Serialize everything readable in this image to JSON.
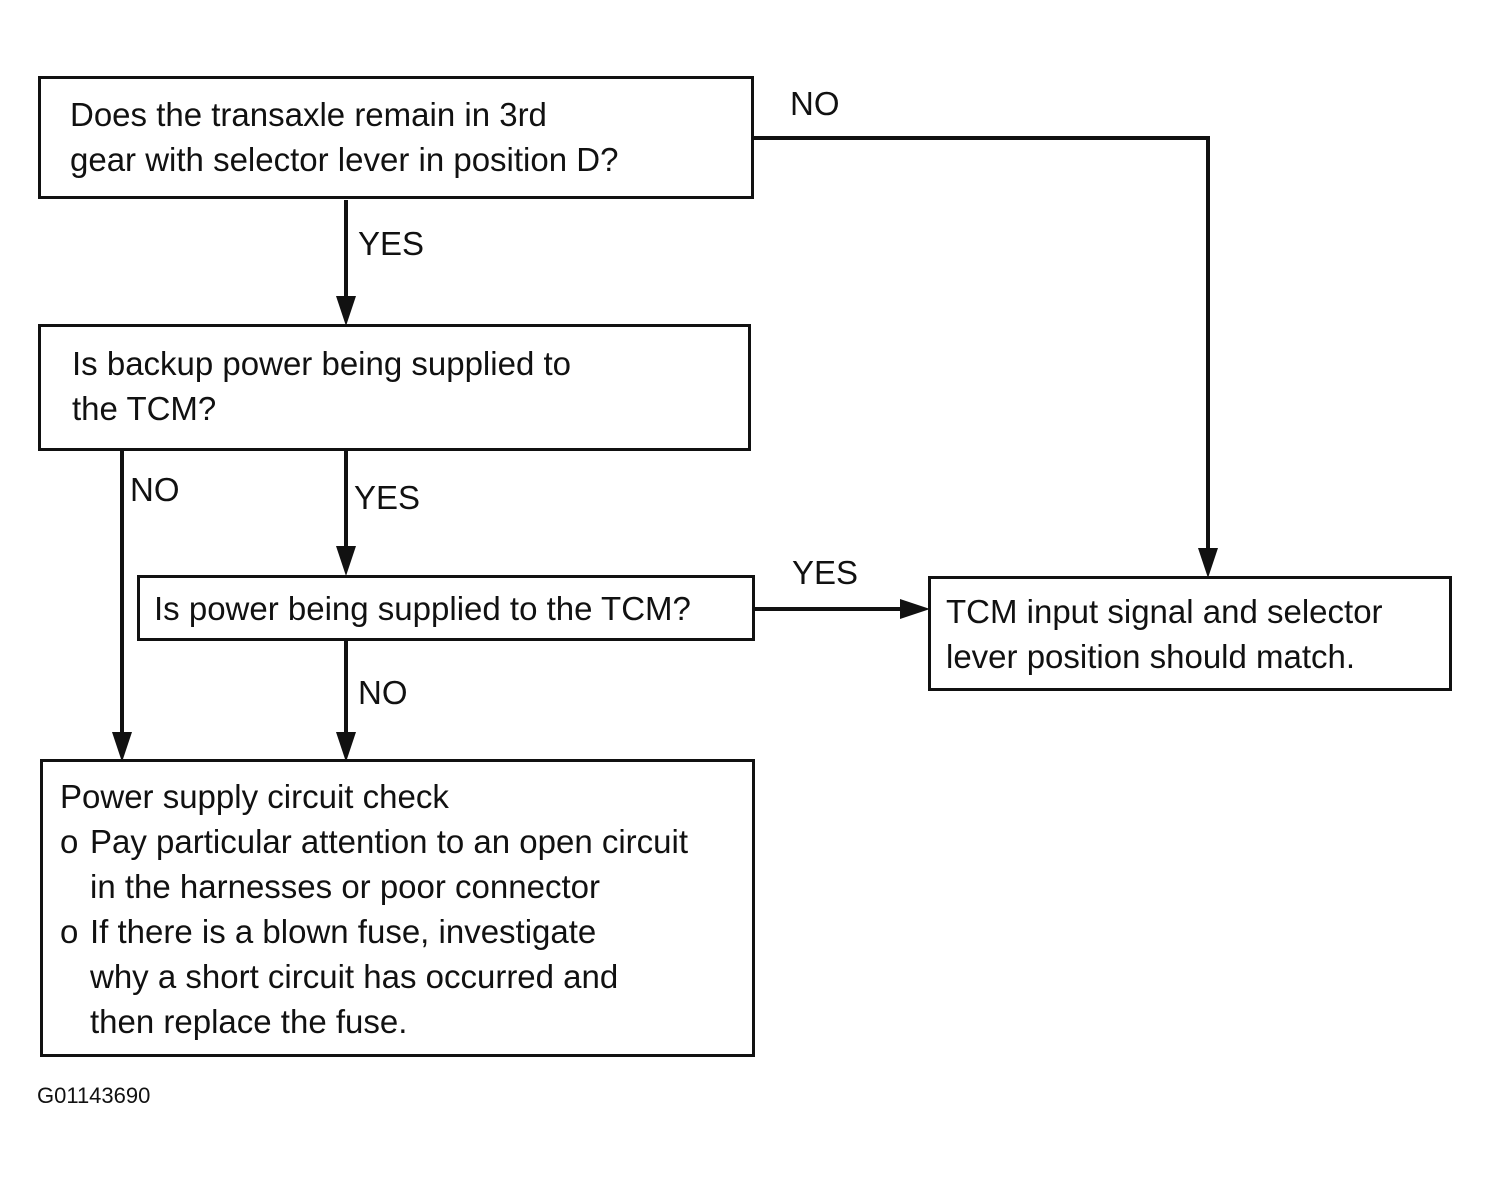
{
  "nodes": {
    "q1": {
      "lines": [
        "Does the transaxle remain in 3rd",
        "gear with selector lever in position D?"
      ]
    },
    "q2": {
      "lines": [
        "Is backup power being supplied to",
        "the TCM?"
      ]
    },
    "q3": {
      "lines": [
        "Is power being supplied to the TCM?"
      ]
    },
    "result_match": {
      "lines": [
        "TCM input signal and selector",
        "lever position should match."
      ]
    },
    "power_check": {
      "title": "Power supply circuit check",
      "bullet_marker": "o",
      "bullets": [
        {
          "first": "Pay particular attention to an open circuit",
          "rest": [
            "in the harnesses or poor connector"
          ]
        },
        {
          "first": "If there is a blown fuse, investigate",
          "rest": [
            "why a short circuit has occurred and",
            "then replace the fuse."
          ]
        }
      ]
    }
  },
  "edges": {
    "q1_no": "NO",
    "q1_yes": "YES",
    "q2_no": "NO",
    "q2_yes": "YES",
    "q3_yes": "YES",
    "q3_no": "NO"
  },
  "figure_id": "G01143690"
}
